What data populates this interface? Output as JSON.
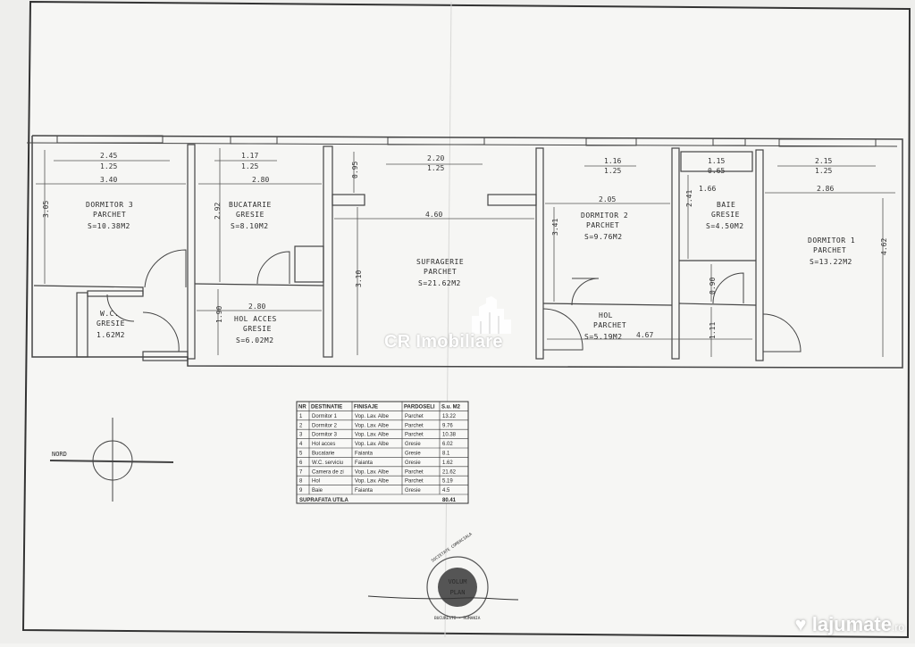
{
  "rooms": {
    "dormitor3": {
      "name": "DORMITOR 3",
      "floor": "PARCHET",
      "area": "S=10.38M2",
      "dim_top1": "2.45",
      "dim_top2": "1.25",
      "dim_w": "3.40",
      "dim_h": "3.05"
    },
    "bucatarie": {
      "name": "BUCATARIE",
      "floor": "GRESIE",
      "area": "S=8.10M2",
      "dim_top1": "1.17",
      "dim_top2": "1.25",
      "dim_w": "2.80",
      "dim_h": "2.92"
    },
    "sufragerie": {
      "name": "SUFRAGERIE",
      "floor": "PARCHET",
      "area": "S=21.62M2",
      "dim_top1": "2.20",
      "dim_top2": "1.25",
      "dim_w": "4.60",
      "dim_h": "3.10",
      "dim_small": "0.95"
    },
    "dormitor2": {
      "name": "DORMITOR 2",
      "floor": "PARCHET",
      "area": "S=9.76M2",
      "dim_top1": "1.16",
      "dim_top2": "1.25",
      "dim_w": "2.05",
      "dim_h": "3.41"
    },
    "baie": {
      "name": "BAIE",
      "floor": "GRESIE",
      "area": "S=4.50M2",
      "dim_top1": "1.15",
      "dim_top2": "0.65",
      "dim_w": "1.66",
      "dim_h": "2.41"
    },
    "dormitor1": {
      "name": "DORMITOR 1",
      "floor": "PARCHET",
      "area": "S=13.22M2",
      "dim_top1": "2.15",
      "dim_top2": "1.25",
      "dim_w": "2.86",
      "dim_h": "4.62"
    },
    "wc": {
      "name": "W.C.",
      "floor": "GRESIE",
      "area": "1.62M2"
    },
    "hol_acces": {
      "name": "HOL ACCES",
      "floor": "GRESIE",
      "area": "S=6.02M2",
      "dim_w": "2.80",
      "dim_h": "1.90"
    },
    "hol": {
      "name": "HOL",
      "floor": "PARCHET",
      "area": "S=5.19M2",
      "dim_w": "4.67",
      "dim_h1": "0.90",
      "dim_h2": "1.11"
    }
  },
  "table": {
    "headers": [
      "NR",
      "DESTINATIE",
      "FINISAJE",
      "PARDOSELI",
      "S.u. M2"
    ],
    "rows": [
      [
        "1",
        "Dormitor 1",
        "Vop. Lav. Albe",
        "Parchet",
        "13.22"
      ],
      [
        "2",
        "Dormitor 2",
        "Vop. Lav. Albe",
        "Parchet",
        "9.76"
      ],
      [
        "3",
        "Dormitor 3",
        "Vop. Lav. Albe",
        "Parchet",
        "10.38"
      ],
      [
        "4",
        "Hol acces",
        "Vop. Lav. Albe",
        "Gresie",
        "6.02"
      ],
      [
        "5",
        "Bucatarie",
        "Faianta",
        "Gresie",
        "8.1"
      ],
      [
        "6",
        "W.C. serviciu",
        "Faianta",
        "Gresie",
        "1.62"
      ],
      [
        "7",
        "Camera de zi",
        "Vop. Lav. Albe",
        "Parchet",
        "21.62"
      ],
      [
        "8",
        "Hol",
        "Vop. Lav. Albe",
        "Parchet",
        "5.19"
      ],
      [
        "9",
        "Baie",
        "Faianta",
        "Gresie",
        "4.5"
      ]
    ],
    "total_label": "SUPRAFATA UTILA",
    "total_value": "80.41"
  },
  "compass": {
    "label": "NORD"
  },
  "stamp": {
    "line1": "VOLUM",
    "line2": "PLAN",
    "ring_top": "SOCIETATE COMERCIALA",
    "ring_bottom": "BUCURESTI - ROMANIA"
  },
  "watermark": {
    "brand": "CR Imobiliare"
  },
  "site": {
    "name": "lajumate",
    "tld": ".ro"
  },
  "colors": {
    "paper": "#f4f4f2",
    "ink": "#2a2a2a",
    "watermark": "#ffffff"
  }
}
